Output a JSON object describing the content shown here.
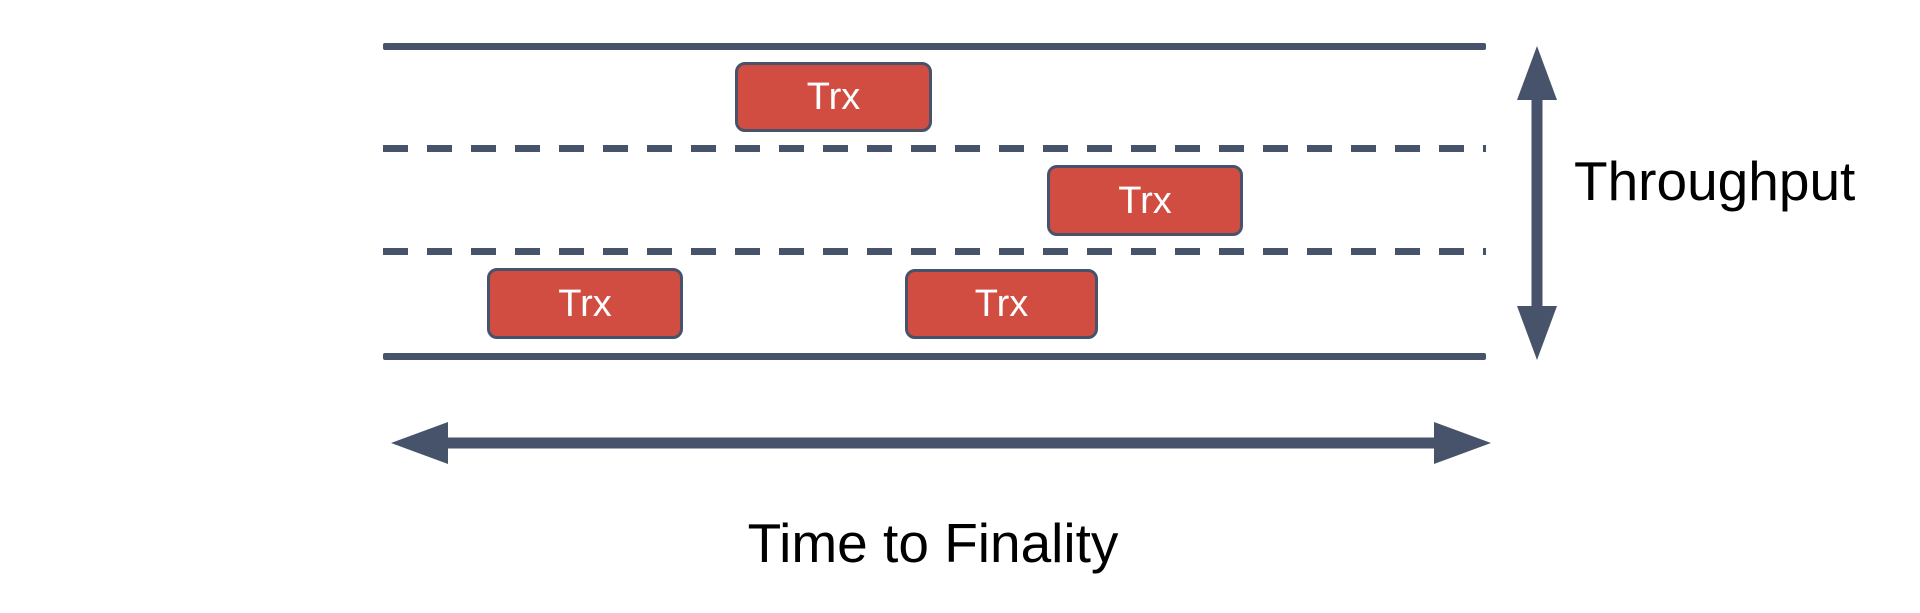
{
  "labels": {
    "throughput": "Throughput",
    "time_to_finality": "Time to Finality"
  },
  "transactions": [
    {
      "label": "Trx",
      "lane": 1
    },
    {
      "label": "Trx",
      "lane": 2
    },
    {
      "label": "Trx",
      "lane": 3
    },
    {
      "label": "Trx",
      "lane": 3
    }
  ],
  "colors": {
    "background": "#FFFFFF",
    "line": "#46536A",
    "box_fill": "#D14D42",
    "box_border": "#46536A",
    "box_text": "#FFFFFF",
    "label_text": "#000000"
  }
}
